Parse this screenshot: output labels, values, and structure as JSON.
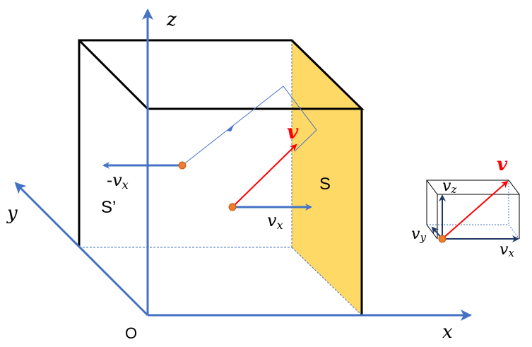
{
  "labels": {
    "z_axis": "z",
    "y_axis": "y",
    "x_axis": "x",
    "origin": "O",
    "velocity": "v",
    "velocity_x": "v",
    "velocity_x_sub": "x",
    "neg_velocity_x": "-v",
    "neg_velocity_x_sub": "x",
    "wall_s": "S",
    "wall_s_prime": "S’"
  },
  "inset_labels": {
    "velocity": "v",
    "vz": "v",
    "vz_sub": "z",
    "vy": "v",
    "vy_sub": "y",
    "vx": "v",
    "vx_sub": "x"
  },
  "colors": {
    "axis": "#4472C4",
    "velocity": "#FF0000",
    "wall_fill": "#FFD966",
    "particle": "#ED7D31",
    "edge": "#000000",
    "hidden_edge": "#4472C4"
  }
}
